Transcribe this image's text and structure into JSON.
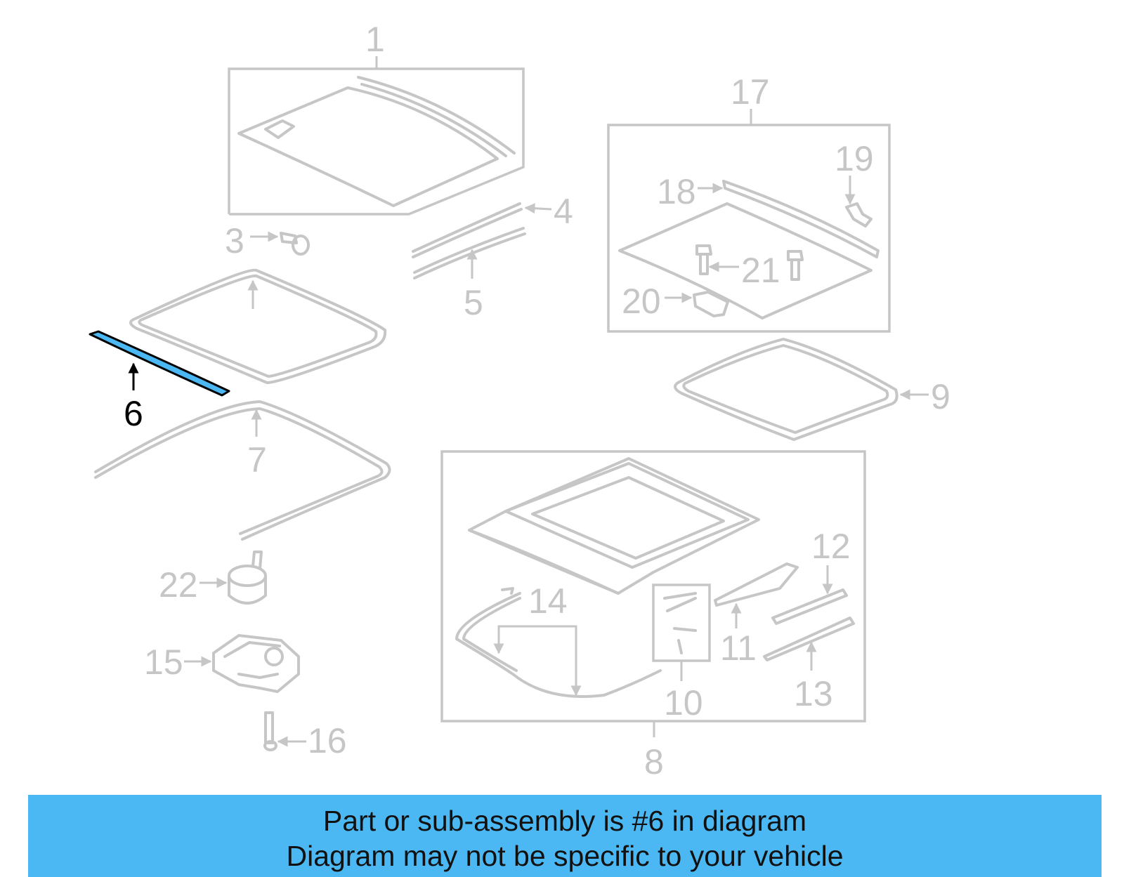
{
  "diagram": {
    "highlighted_part": "6",
    "highlight_color": "#4cb8f3",
    "callouts": [
      "1",
      "3",
      "4",
      "5",
      "6",
      "7",
      "8",
      "9",
      "10",
      "11",
      "12",
      "13",
      "14",
      "15",
      "16",
      "17",
      "18",
      "19",
      "20",
      "21",
      "22"
    ]
  },
  "banner": {
    "line1": "Part or sub-assembly is #6 in diagram",
    "line2": "Diagram may not be specific to your vehicle",
    "background": "#4cb8f3"
  }
}
